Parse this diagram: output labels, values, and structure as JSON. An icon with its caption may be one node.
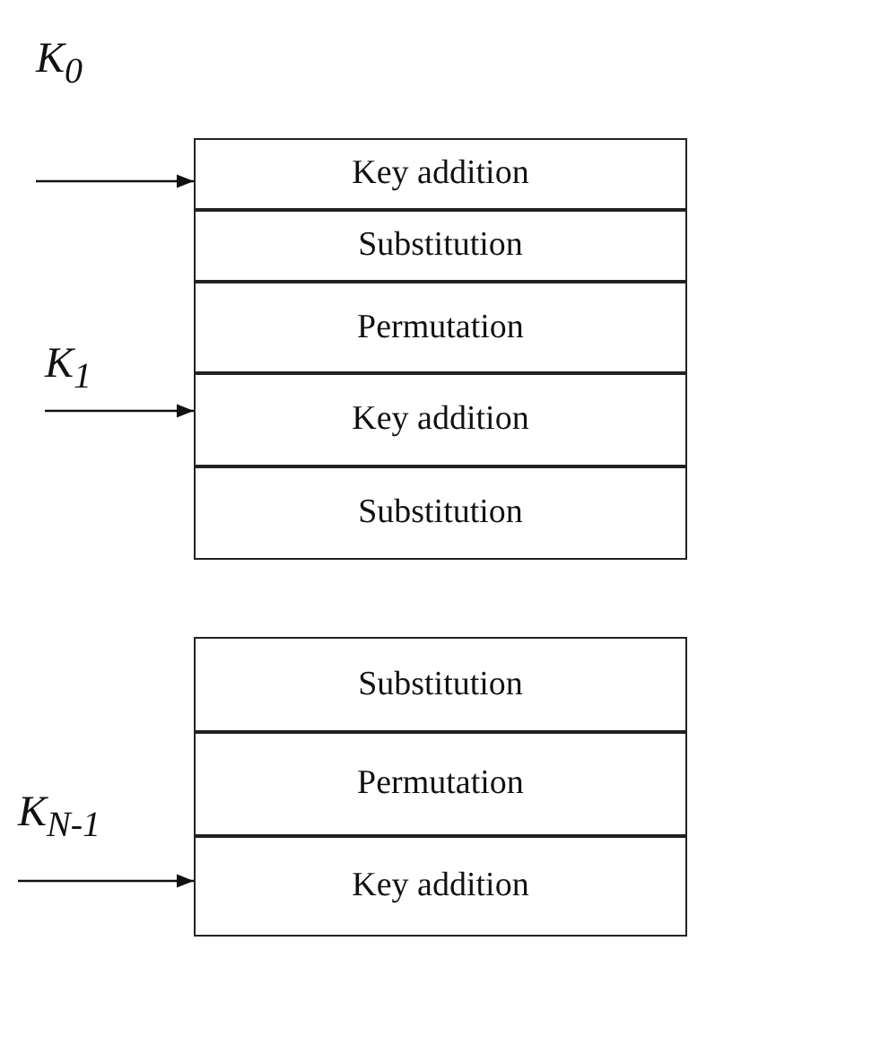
{
  "diagram": {
    "nodes": [
      {
        "text": [
          "K$_{0}$"
        ]
      },
      {
        "text": [
          "Key addition"
        ]
      },
      {
        "text": [
          "Substitution"
        ]
      },
      {
        "text": [
          "Permutation"
        ]
      },
      {
        "text": [
          "K$_{1}$"
        ]
      },
      {
        "text": [
          "Key addition"
        ]
      },
      {
        "text": [
          "Substitution"
        ]
      },
      {
        "text": [
          "Substitution"
        ]
      },
      {
        "text": [
          "Permutation"
        ]
      },
      {
        "text": [
          "K$_{N-1}$"
        ]
      },
      {
        "text": [
          "Key addition"
        ]
      }
    ],
    "edges": [
      {
        "from": 0,
        "to": 1,
        "arrow": "to"
      },
      {
        "from": 4,
        "to": 5,
        "arrow": "to"
      },
      {
        "from": 9,
        "to": 10,
        "arrow": "to"
      }
    ]
  }
}
